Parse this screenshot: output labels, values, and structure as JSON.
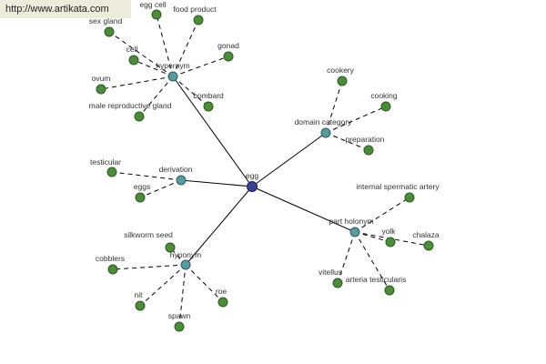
{
  "site": {
    "url": "http://www.artikata.com"
  },
  "graph": {
    "center": "egg",
    "relations": [
      {
        "label": "hypernym",
        "leaves": [
          "sex gland",
          "egg cell",
          "food product",
          "cell",
          "gonad",
          "ovum",
          "male reproductive gland",
          "bombard"
        ]
      },
      {
        "label": "domain category",
        "leaves": [
          "cookery",
          "cooking",
          "preparation"
        ]
      },
      {
        "label": "derivation",
        "leaves": [
          "testicular",
          "eggs"
        ]
      },
      {
        "label": "part holonym",
        "leaves": [
          "internal spermatic artery",
          "yolk",
          "chalaza",
          "vitellus",
          "arteria testicularis"
        ]
      },
      {
        "label": "hyponym",
        "leaves": [
          "silkworm seed",
          "cobblers",
          "nit",
          "roe",
          "spawn"
        ]
      }
    ]
  },
  "colors": {
    "center_node": "#3b3f8e",
    "relation_node": "#5a9a9e",
    "leaf_node": "#4e8a3c",
    "banner_bg": "#ececdc"
  }
}
